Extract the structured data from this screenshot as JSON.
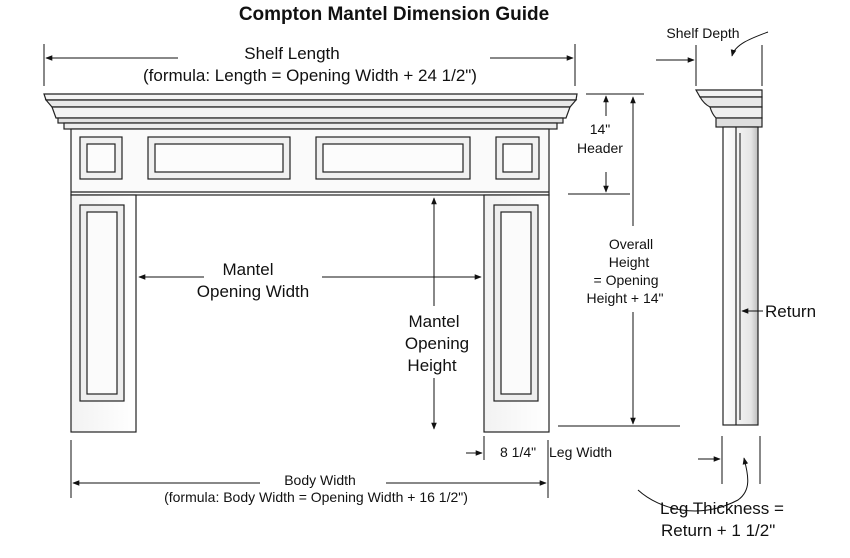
{
  "diagram": {
    "title": "Compton Mantel Dimension Guide",
    "shelf_length": {
      "label": "Shelf Length",
      "formula": "(formula: Length = Opening Width + 24 1/2\")"
    },
    "shelf_depth": {
      "label": "Shelf Depth"
    },
    "header": {
      "value": "14\"",
      "label": "Header"
    },
    "overall_height": {
      "line1": "Overall",
      "line2": "Height",
      "line3": "= Opening",
      "line4": "Height + 14\""
    },
    "opening_width": {
      "line1": "Mantel",
      "line2": "Opening Width"
    },
    "opening_height": {
      "line1": "Mantel",
      "line2": "Opening",
      "line3": "Height"
    },
    "return": {
      "label": "Return"
    },
    "leg_width": {
      "value": "8 1/4\"",
      "label": "Leg Width"
    },
    "body_width": {
      "label": "Body Width",
      "formula": "(formula:  Body Width = Opening Width + 16 1/2\")"
    },
    "leg_thickness": {
      "line1": "Leg Thickness =",
      "line2": "Return + 1 1/2\""
    }
  }
}
